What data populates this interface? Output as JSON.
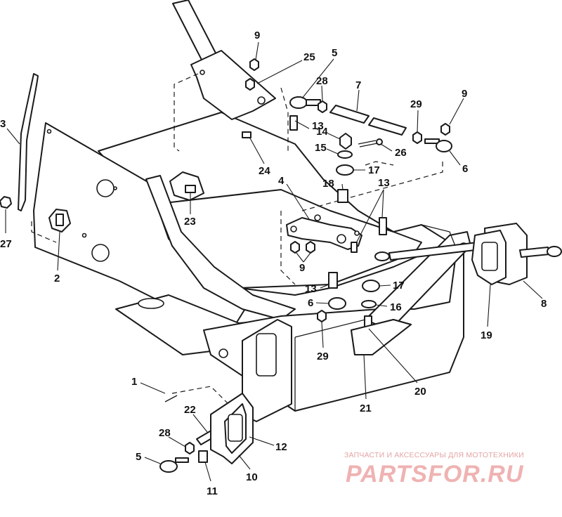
{
  "callouts": {
    "c1": "1",
    "c2": "2",
    "c3": "3",
    "c4": "4",
    "c5a": "5",
    "c5b": "5",
    "c6a": "6",
    "c6b": "6",
    "c7": "7",
    "c8": "8",
    "c9a": "9",
    "c9b": "9",
    "c9c": "9",
    "c10": "10",
    "c11": "11",
    "c12": "12",
    "c13a": "13",
    "c13b": "13",
    "c13c": "13",
    "c14": "14",
    "c15": "15",
    "c16": "16",
    "c17a": "17",
    "c17b": "17",
    "c18": "18",
    "c19": "19",
    "c20": "20",
    "c21": "21",
    "c22": "22",
    "c23": "23",
    "c24": "24",
    "c25": "25",
    "c26": "26",
    "c27": "27",
    "c28a": "28",
    "c28b": "28",
    "c29a": "29",
    "c29b": "29"
  },
  "watermark": {
    "subtitle": "ЗАПЧАСТИ И АКСЕССУАРЫ ДЛЯ МОТОТЕХНИКИ",
    "brand": "PARTSFOR.RU"
  },
  "colors": {
    "line": "#1a1a1a",
    "watermark": "#efb2b2"
  }
}
